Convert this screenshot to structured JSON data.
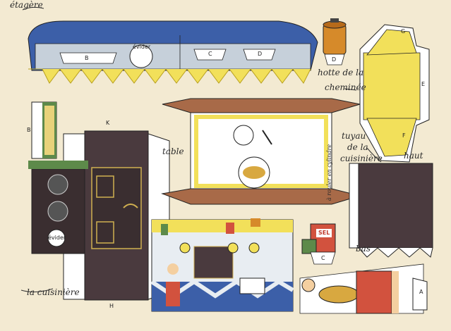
{
  "labels": {
    "etagere": "étagère",
    "hotte": "hotte de la",
    "hotte2": "cheminée",
    "table": "table",
    "tuyau1": "tuyau",
    "tuyau2": "de la",
    "tuyau3": "cuisinière",
    "haut": "haut",
    "bas": "bas",
    "rouler": "à rouler en cylindre",
    "cuisiniere": "la cuisinière",
    "evider1": "évider",
    "evider2": "évider",
    "sel": "SEL"
  },
  "letters": {
    "shelf_b": "B",
    "shelf_c": "C",
    "shelf_d": "D",
    "pot_d": "D",
    "hood_g": "G",
    "hood_e": "E",
    "hood_f": "F",
    "side_b": "B",
    "stove_k": "K",
    "stove_h": "H",
    "salt_c": "C",
    "cook_a": "A"
  },
  "colors": {
    "paper": "#f3ead2",
    "blue": "#3c5fa8",
    "grey_blue": "#c6d0da",
    "yellow": "#f2e05a",
    "brown_dark": "#4a3a3e",
    "brick": "#a86a48",
    "red": "#d2523e",
    "green": "#5d8a4a"
  }
}
